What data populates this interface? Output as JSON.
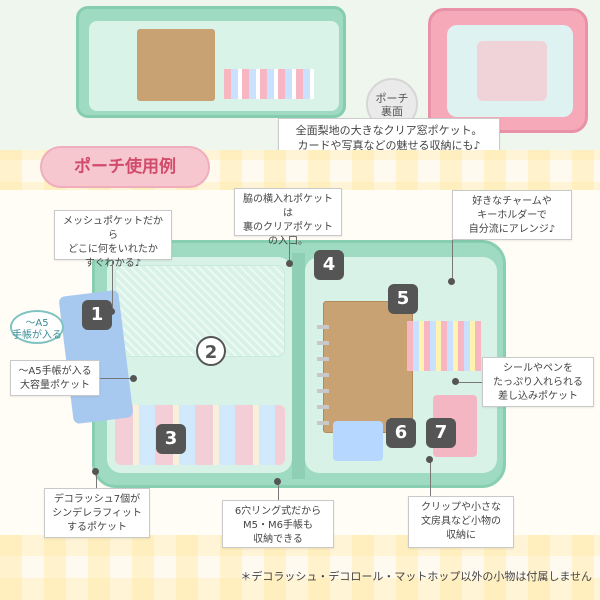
{
  "top_section": {
    "back_badge": "ポーチ\n裏面",
    "clear_window_note": "全面梨地の大きなクリア窓ポケット。\nカードや写真などの魅せる収納にも♪"
  },
  "title_pill": "ポーチ使用例",
  "badges": {
    "a5": "〜A5\n手帳が入る"
  },
  "numbers": [
    "1",
    "2",
    "3",
    "4",
    "5",
    "6",
    "7"
  ],
  "callouts": {
    "mesh_pocket": "メッシュポケットだから\nどこに何をいれたか\nすぐわかる♪",
    "side_pocket": "脇の横入れポケットは\n裏のクリアポケット\nの入口。",
    "charm": "好きなチャームや\nキーホルダーで\n自分流にアレンジ♪",
    "a5_pocket": "〜A5手帳が入る\n大容量ポケット",
    "pen_pocket": "シールやペンを\nたっぷり入れられる\n差し込みポケット",
    "deco_pocket": "デコラッシュ7個が\nシンデレラフィット\nするポケット",
    "ring_pocket": "6穴リング式だから\nM5・M6手帳も\n収納できる",
    "clip_pocket": "クリップや小さな\n文房具など小物の\n収納に"
  },
  "footnote": "＊デコラッシュ・デコロール・マットホップ以外の小物は付属しません"
}
